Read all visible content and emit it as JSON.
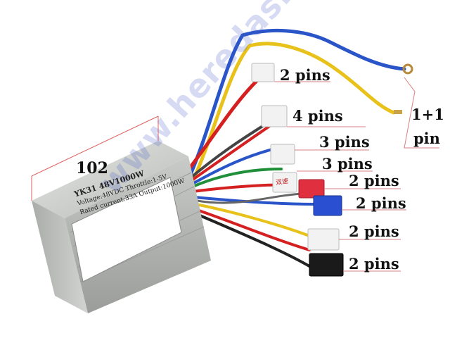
{
  "dimension_label": "102",
  "controller_label": {
    "model": "YK31 48V1000W",
    "line1": "Voltage:48VDC  Throttle:1-5V",
    "line2": "Rated current:33A  Output:1000W"
  },
  "watermark": "www.heredas.lt",
  "connector_tag": "双速",
  "pin_labels": [
    "2 pins",
    "4 pins",
    "3 pins",
    "3 pins",
    "2 pins",
    "2 pins",
    "2 pins",
    "2 pins"
  ],
  "ring_wire_label_line1": "1+1",
  "ring_wire_label_line2": "pin",
  "colors": {
    "housing": "#c9ccc8",
    "wire_blue": "#2a55c8",
    "wire_yellow": "#e8c21a",
    "wire_red": "#d42020",
    "connector_red": "#e03040",
    "connector_blue": "#2a4fd0",
    "connector_black": "#1a1a1a",
    "connector_white": "#f2f2f2"
  }
}
